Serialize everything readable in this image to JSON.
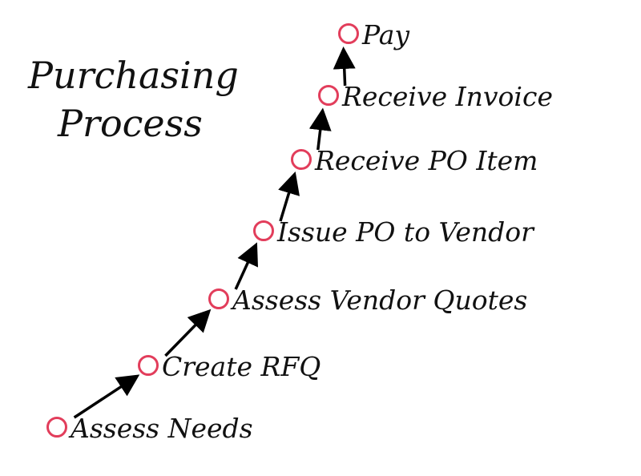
{
  "title": {
    "line1": "Purchasing",
    "line2": "Process"
  },
  "colors": {
    "node": "#e23d5b",
    "arrow": "#000000",
    "text": "#111111"
  },
  "steps": [
    {
      "label": "Assess Needs"
    },
    {
      "label": "Create RFQ"
    },
    {
      "label": "Assess Vendor Quotes"
    },
    {
      "label": "Issue PO to Vendor"
    },
    {
      "label": "Receive PO Item"
    },
    {
      "label": "Receive Invoice"
    },
    {
      "label": "Pay"
    }
  ]
}
